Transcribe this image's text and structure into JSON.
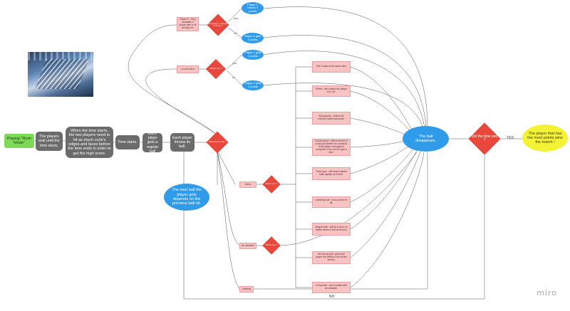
{
  "flow": {
    "start": "Playing \"Rush Mode\"",
    "wait": "The players wait until the time starts.",
    "rules": "When the time starts, the two players need to hit as much curls's edges and faces before the time ends in order to get the high score.",
    "time_starts": "Time starts.",
    "regular_ball": "Each playe gets a regular ball",
    "throws": "Each player throws its ball.",
    "next_ball": "The next ball the player gets depends on the previous ball hit.",
    "hit_decision": "What does it hit ?",
    "curl_face": "A curl's face",
    "who_wins_curl": "Which one ?",
    "p1_curl": "Player 1 gets 1 points",
    "p2_curl": "Player 1 gets 1 points",
    "curl_edge": "Player 2 : Only available if player gets a hit among one",
    "who_wins_edge": "Did player 1 manage to score ?",
    "p1_edge": "Player 1 scores 3 points",
    "p2_edge": "Player 2 gets 3 points",
    "items_branch": "Items",
    "which_item": "Which one ?",
    "an_obstacle": "An obstacle",
    "obstacle_q": "Which one ?",
    "nothing": "Nothing",
    "disappear": "The ball disappears.",
    "time_end": "Did the time end ?",
    "yes_label": "YES",
    "no_label": "NO",
    "winner": "The player that has the most points wins the match !",
    "edge_labels": {
      "yes": "yes",
      "no": "no"
    }
  },
  "items": [
    "Get 2 balls at the same time",
    "Shield : will protect the player for 1 hit.",
    "Anti-gravity : makes the enemy's balls inaccurate.",
    "Puzzle piece : will be stored in a slot (not limited for a match). If the player manages to complete it, the act he'll get a skin.",
    "Turret gun : will shoot regular balls rapidly for 8 time.",
    "Lightning ball : extra points for hit.",
    "Magnet ball : will hit a curls no matter where it will be thrown.",
    "Hit enemy ball : gives the player the ability to aim at the enemy.",
    "X-Ray Ball : won't collide with an obstacle."
  ],
  "brand": "miro",
  "colors": {
    "grey": "#6b6b6b",
    "pink": "#f8c3c3",
    "red": "#e8473c",
    "blue": "#2f9be9",
    "yellow": "#f3f234",
    "green": "#7ed957"
  }
}
